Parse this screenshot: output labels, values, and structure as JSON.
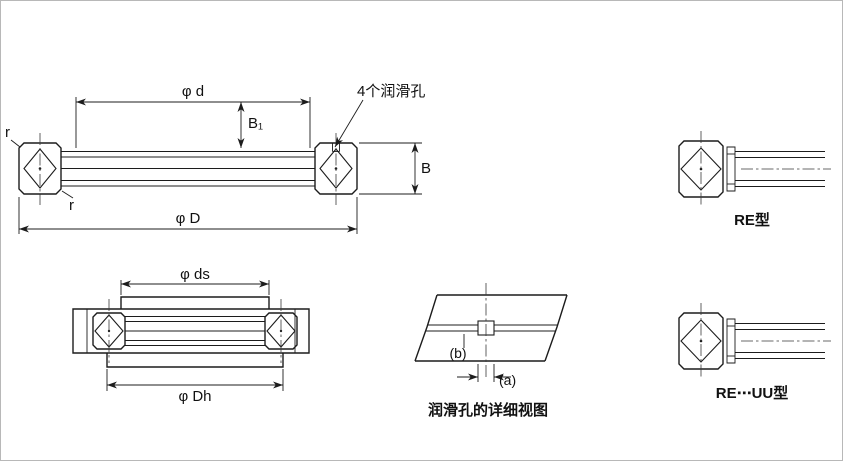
{
  "main_view": {
    "dim_phi_d": "φ d",
    "dim_b1": "B₁",
    "lube_holes_label": "4个润滑孔",
    "dim_r_outer": "r",
    "dim_r_inner": "r",
    "dim_b": "B",
    "dim_phi_D": "φ D"
  },
  "re_view": {
    "label": "RE型"
  },
  "mount_view": {
    "dim_phi_ds": "φ ds",
    "dim_phi_dh": "φ Dh"
  },
  "detail_view": {
    "dim_a": "(a)",
    "dim_b": "(b)",
    "caption": "润滑孔的详细视图"
  },
  "re_uu_view": {
    "label": "RE⋯UU型"
  },
  "colors": {
    "line": "#1c1c1c",
    "centerline": "#3a3a3a",
    "background": "#ffffff",
    "border": "#b8b8b8"
  }
}
